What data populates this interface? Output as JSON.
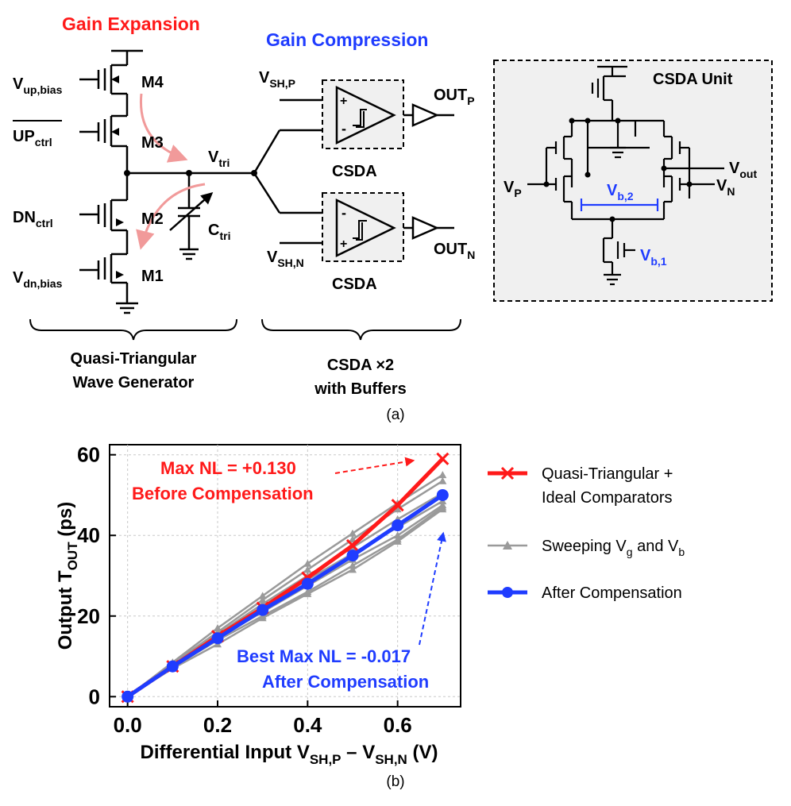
{
  "colors": {
    "red": "#ff1a1a",
    "blue": "#1f3cff",
    "gray": "#9a9a9a",
    "curve_arrow": "#f19a9a",
    "box_fill": "#f0f0f0"
  },
  "diagram": {
    "title_gain_expansion": "Gain Expansion",
    "title_gain_compression": "Gain Compression",
    "labels": {
      "vup": "V",
      "vup_sub": "up,bias",
      "upctrl": "UP",
      "upctrl_sub": "ctrl",
      "dnctrl": "DN",
      "dnctrl_sub": "ctrl",
      "vdn": "V",
      "vdn_sub": "dn,bias",
      "m4": "M4",
      "m3": "M3",
      "m2": "M2",
      "m1": "M1",
      "vtri": "V",
      "vtri_sub": "tri",
      "ctri": "C",
      "ctri_sub": "tri",
      "vshp": "V",
      "vshp_sub": "SH,P",
      "vshn": "V",
      "vshn_sub": "SH,N",
      "csda_top": "CSDA",
      "csda_bottom": "CSDA",
      "outp": "OUT",
      "outp_sub": "P",
      "outn": "OUT",
      "outn_sub": "N",
      "plus": "+",
      "minus": "-"
    },
    "brace_left_line1": "Quasi-Triangular",
    "brace_left_line2": "Wave Generator",
    "brace_right_line1": "CSDA ×2",
    "brace_right_line2": "with Buffers",
    "caption": "(a)",
    "unit": {
      "title": "CSDA Unit",
      "vout": "V",
      "vout_sub": "out",
      "vp": "V",
      "vp_sub": "P",
      "vn": "V",
      "vn_sub": "N",
      "vb2": "V",
      "vb2_sub": "b,2",
      "vb1": "V",
      "vb1_sub": "b,1"
    }
  },
  "chart_data": {
    "type": "line",
    "xlabel": "Differential Input V",
    "xlabel_sub1": "SH,P",
    "xlabel_mid": " – V",
    "xlabel_sub2": "SH,N",
    "xlabel_tail": " (V)",
    "ylabel": "Output T",
    "ylabel_sub": "OUT",
    "ylabel_tail": " (ps)",
    "xlim": [
      -0.04,
      0.74
    ],
    "ylim": [
      -2.5,
      62.5
    ],
    "xticks": [
      "0.0",
      "0.2",
      "0.4",
      "0.6"
    ],
    "xtick_values": [
      0,
      0.2,
      0.4,
      0.6
    ],
    "yticks": [
      "0",
      "20",
      "40",
      "60"
    ],
    "ytick_values": [
      0,
      20,
      40,
      60
    ],
    "grid": true,
    "x": [
      0,
      0.1,
      0.2,
      0.3,
      0.4,
      0.5,
      0.6,
      0.7
    ],
    "sweep_series": [
      [
        0,
        8.5,
        17.0,
        25.0,
        33.0,
        40.5,
        48.0,
        55.0
      ],
      [
        0,
        8.2,
        16.0,
        24.0,
        31.5,
        39.0,
        46.5,
        53.5
      ],
      [
        0,
        8.0,
        15.5,
        23.0,
        30.0,
        37.0,
        44.0,
        50.5
      ],
      [
        0,
        7.8,
        15.0,
        22.0,
        29.0,
        35.5,
        42.0,
        48.5
      ],
      [
        0,
        7.5,
        14.5,
        21.0,
        27.5,
        34.0,
        40.0,
        47.5
      ],
      [
        0,
        7.3,
        14.0,
        20.0,
        26.0,
        32.5,
        39.0,
        47.0
      ],
      [
        0,
        7.0,
        13.0,
        19.5,
        25.5,
        31.5,
        38.5,
        46.5
      ]
    ],
    "series": [
      {
        "name": "Quasi-Triangular +",
        "name_line2": "Ideal Comparators",
        "color": "#ff1a1a",
        "marker": "x",
        "values": [
          0,
          7.5,
          15.0,
          22.0,
          29.5,
          37.5,
          47.5,
          59.0
        ]
      },
      {
        "name": "Sweeping V",
        "name_sub1": "g",
        "name_mid": " and V",
        "name_sub2": "b",
        "color": "#9a9a9a",
        "marker": "triangle",
        "values": []
      },
      {
        "name": "After Compensation",
        "color": "#1f3cff",
        "marker": "circle",
        "values": [
          0,
          7.5,
          14.5,
          21.5,
          28.0,
          35.0,
          42.5,
          50.0
        ]
      }
    ],
    "annotations": {
      "red_line1": "Max NL = +0.130",
      "red_line2": "Before Compensation",
      "blue_line1": "Best Max NL = -0.017",
      "blue_line2": "After Compensation"
    },
    "caption": "(b)"
  }
}
